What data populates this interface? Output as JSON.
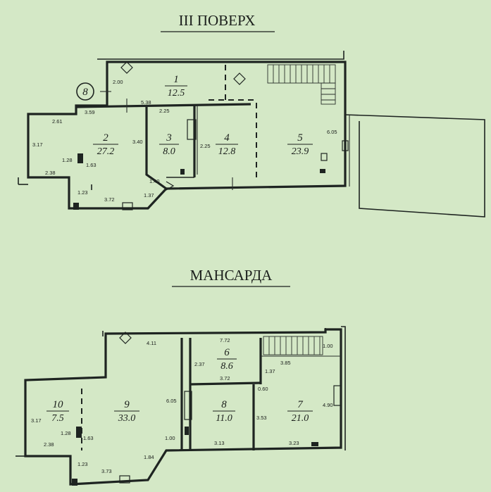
{
  "floor3": {
    "title": "III ПОВЕРХ",
    "axis_marker": "8",
    "rooms": [
      {
        "num": "1",
        "area": "12.5"
      },
      {
        "num": "2",
        "area": "27.2"
      },
      {
        "num": "3",
        "area": "8.0"
      },
      {
        "num": "4",
        "area": "12.8"
      },
      {
        "num": "5",
        "area": "23.9"
      }
    ],
    "dims": [
      "2.00",
      "3.59",
      "5.38",
      "2.25",
      "2.61",
      "3.17",
      "3.40",
      "2.25",
      "1.28",
      "1.63",
      "2.38",
      "1.23",
      "3.72",
      "1.40",
      "1.37",
      "6.05"
    ]
  },
  "attic": {
    "title": "МАНСАРДА",
    "rooms": [
      {
        "num": "6",
        "area": "8.6"
      },
      {
        "num": "7",
        "area": "21.0"
      },
      {
        "num": "8",
        "area": "11.0"
      },
      {
        "num": "9",
        "area": "33.0"
      },
      {
        "num": "10",
        "area": "7.5"
      }
    ],
    "dims": [
      "4.11",
      "7.72",
      "1.00",
      "2.37",
      "3.72",
      "3.85",
      "1.37",
      "0.60",
      "6.05",
      "3.17",
      "1.28",
      "1.63",
      "2.38",
      "1.00",
      "3.53",
      "4.90",
      "3.13",
      "3.23",
      "1.23",
      "3.73",
      "1.84"
    ]
  }
}
